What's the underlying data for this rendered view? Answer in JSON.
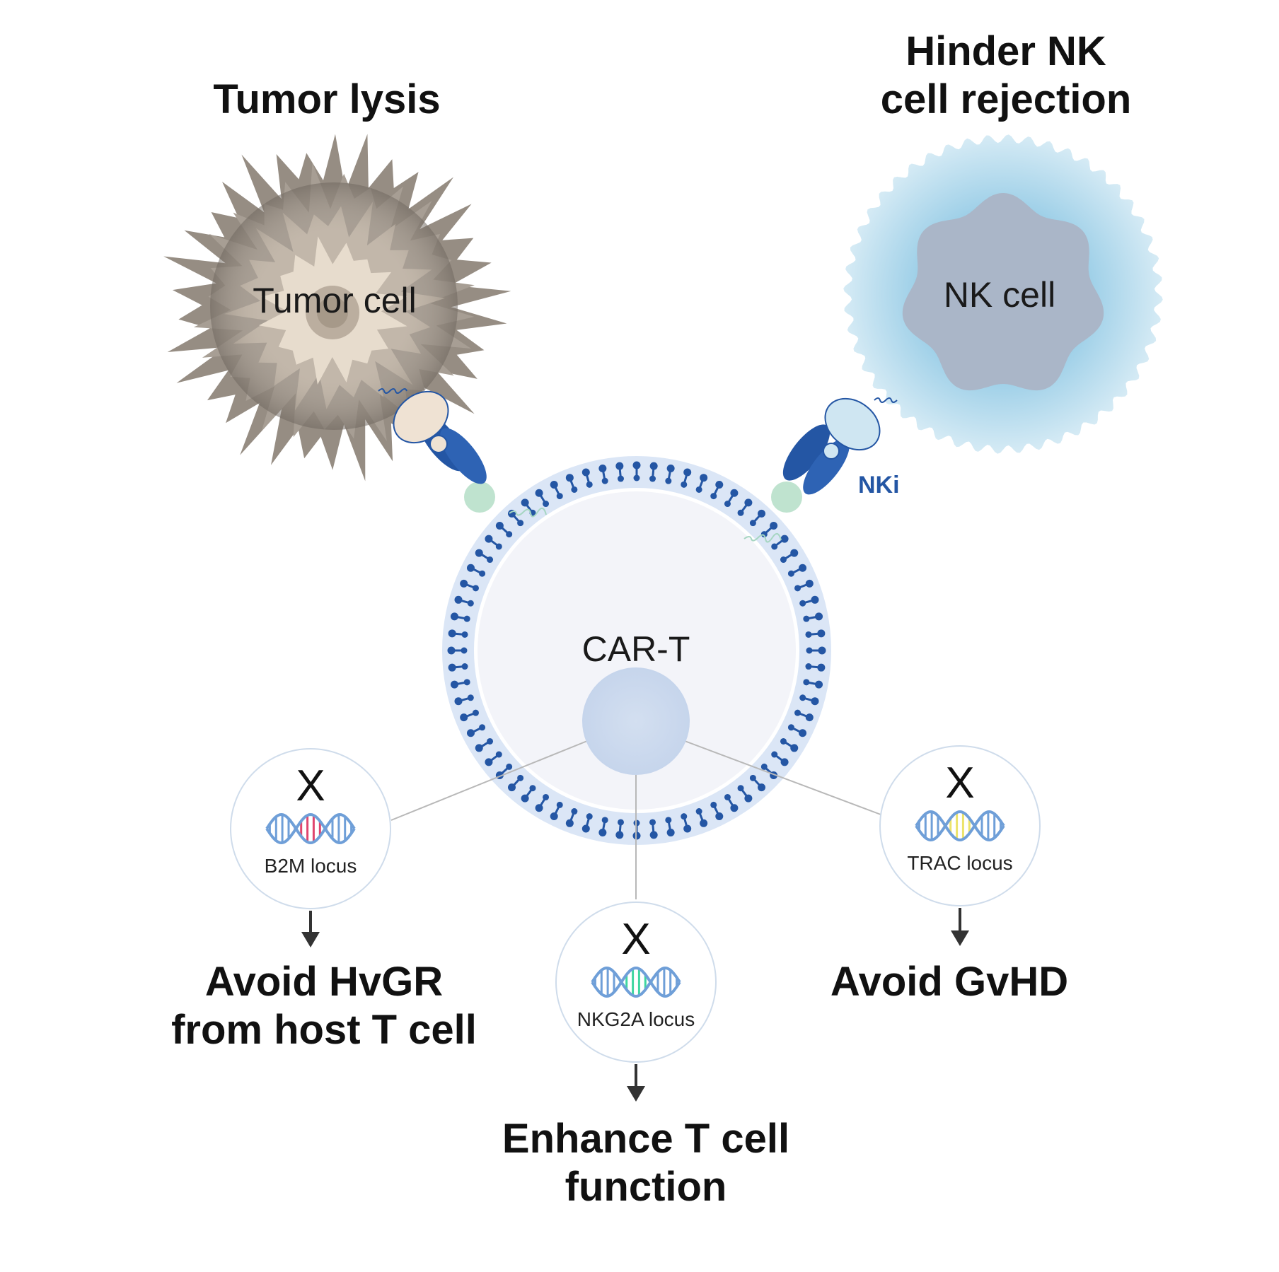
{
  "headings": {
    "tumor_lysis": "Tumor lysis",
    "nk_rejection_line1": "Hinder NK",
    "nk_rejection_line2": "cell rejection",
    "hvgr_line1": "Avoid HvGR",
    "hvgr_line2": "from host T cell",
    "gvhd": "Avoid GvHD",
    "enhance_line1": "Enhance T cell",
    "enhance_line2": "function"
  },
  "cells": {
    "tumor": "Tumor cell",
    "nk": "NK cell",
    "car_t": "CAR-T"
  },
  "receptor_label": "NKi",
  "loci": {
    "b2m": {
      "label": "B2M locus",
      "knockout_mark": "X",
      "dna_color": "#e0456e"
    },
    "nkg2a": {
      "label": "NKG2A locus",
      "knockout_mark": "X",
      "dna_color": "#3fd6a0"
    },
    "trac": {
      "label": "TRAC locus",
      "knockout_mark": "X",
      "dna_color": "#ece36a"
    }
  },
  "colors": {
    "membrane_dot": "#2456a4",
    "membrane_band": "#dbe6f6",
    "nk_halo": "#cfe6f2",
    "nk_core": "#aab6c8",
    "tumor_outer": "#a39a8f",
    "tumor_core": "#e8ddcf",
    "car_scfv": "#2456a4",
    "dna_backbone": "#6f9fd8"
  },
  "icons": [
    "tumor-cell-icon",
    "nk-cell-icon",
    "car-t-cell-icon",
    "nucleus-icon",
    "dna-icon",
    "knockout-x-icon",
    "arrow-down-icon",
    "car-receptor-icon"
  ]
}
